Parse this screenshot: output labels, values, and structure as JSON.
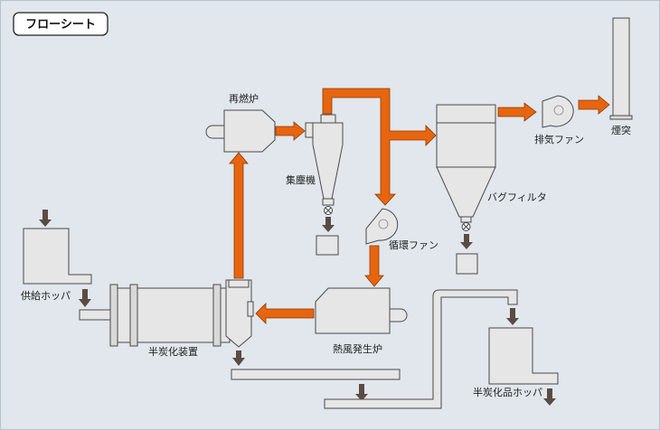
{
  "title": "フローシート",
  "labels": {
    "reburner": "再燃炉",
    "dust_collector": "集塵機",
    "bag_filter": "バグフィルタ",
    "exhaust_fan": "排気ファン",
    "chimney": "煙突",
    "circulation_fan": "循環ファン",
    "feed_hopper": "供給ホッパ",
    "carbonizer": "半炭化装置",
    "hot_air_furnace": "熱風発生炉",
    "product_hopper": "半炭化品ホッパ"
  },
  "colors": {
    "background": "#e1e7ec",
    "equipment_fill": "#e6e6e6",
    "equipment_stroke": "#4a4a4a",
    "hot_gas_arrow": "#e8650f",
    "material_arrow": "#5a4c44"
  }
}
